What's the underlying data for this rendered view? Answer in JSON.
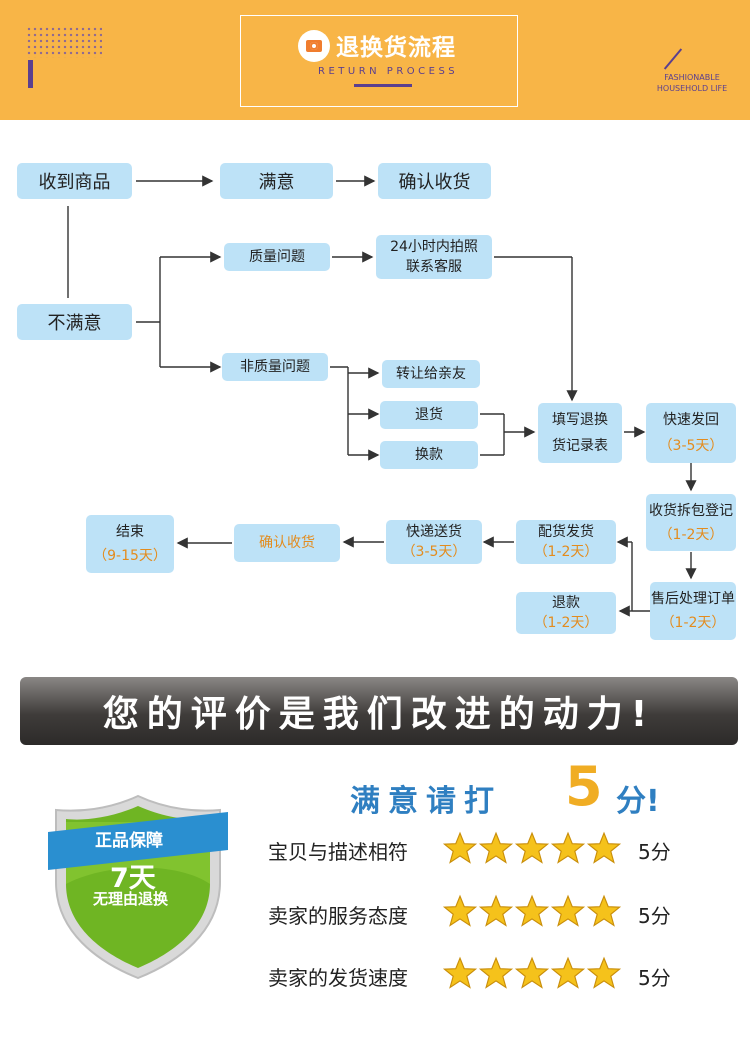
{
  "header": {
    "title": "退换货流程",
    "subtitle": "RETURN PROCESS",
    "brand_line1": "FASHIONABLE",
    "brand_line2": "HOUSEHOLD LIFE"
  },
  "flow": {
    "received": "收到商品",
    "satisfied": "满意",
    "confirm_top": "确认收货",
    "unsatisfied": "不满意",
    "quality_issue": "质量问题",
    "contact_line1": "24小时内拍照",
    "contact_line2": "联系客服",
    "non_quality_issue": "非质量问题",
    "transfer": "转让给亲友",
    "return": "退货",
    "exchange": "换款",
    "fill_line1": "填写退换",
    "fill_line2": "货记录表",
    "ship_line1": "快速发回",
    "ship_line2": "（3-5天）",
    "receive_line1": "收货拆包登记",
    "receive_line2": "（1-2天）",
    "aftersale_line1": "售后处理订单",
    "aftersale_line2": "（1-2天）",
    "restock_line1": "配货发货",
    "restock_line2": "（1-2天）",
    "refund_line1": "退款",
    "refund_line2": "（1-2天）",
    "express_line1": "快递送货",
    "express_line2": "（3-5天）",
    "confirm_bottom": "确认收货",
    "end_line1": "结束",
    "end_line2": "（9-15天）"
  },
  "banner": {
    "text": "您的评价是我们改进的动力!"
  },
  "rating": {
    "prompt_prefix": "满意请打",
    "prompt_number": "5",
    "prompt_suffix": "分!",
    "star_color": "#f5c21b",
    "rows": [
      {
        "label": "宝贝与描述相符",
        "stars": 5,
        "score": "5分"
      },
      {
        "label": "卖家的服务态度",
        "stars": 5,
        "score": "5分"
      },
      {
        "label": "卖家的发货速度",
        "stars": 5,
        "score": "5分"
      }
    ]
  },
  "shield": {
    "line1": "正品保障",
    "line2": "7天",
    "line3": "无理由退换",
    "color": "#6fb523"
  },
  "colors": {
    "header_bg": "#f8b547",
    "accent": "#5b3f8f",
    "box_bg": "#bde2f7",
    "days_text": "#e38c1e"
  }
}
